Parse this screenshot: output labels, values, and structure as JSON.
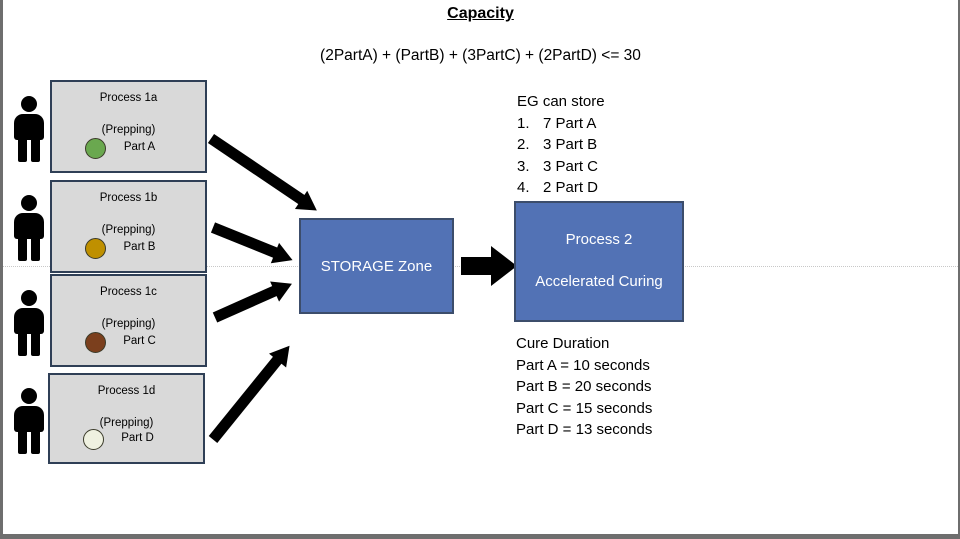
{
  "slide": {
    "guideline_visible": true,
    "background": "#ffffff",
    "frame_color": "#6e6e6e"
  },
  "capacity": {
    "title": "Capacity",
    "equation": "(2PartA) + (PartB) + (3PartC) + (2PartD) <= 30"
  },
  "storage_capacity": {
    "heading": "EG can store",
    "items": [
      {
        "num": "1.",
        "text": "7 Part A"
      },
      {
        "num": "2.",
        "text": "3 Part B"
      },
      {
        "num": "3.",
        "text": "3 Part C"
      },
      {
        "num": "4.",
        "text": "2 Part D"
      }
    ]
  },
  "cure_duration": {
    "heading": "Cure Duration",
    "lines": [
      "Part A = 10 seconds",
      "Part B = 20 seconds",
      "Part C = 15 seconds",
      "Part D = 13 seconds"
    ]
  },
  "processes": [
    {
      "title": "Process 1a",
      "subtitle": "(Prepping)",
      "part_label": "Part A",
      "part_color": "#6aa84f",
      "operator_icon": "person-icon"
    },
    {
      "title": "Process 1b",
      "subtitle": "(Prepping)",
      "part_label": "Part B",
      "part_color": "#bf9000",
      "operator_icon": "person-icon"
    },
    {
      "title": "Process 1c",
      "subtitle": "(Prepping)",
      "part_label": "Part C",
      "part_color": "#7b3f1d",
      "operator_icon": "person-icon"
    },
    {
      "title": "Process 1d",
      "subtitle": "(Prepping)",
      "part_label": "Part D",
      "part_color": "#eff1e0",
      "operator_icon": "person-icon"
    }
  ],
  "storage_zone": {
    "label": "STORAGE Zone",
    "fill_color": "#5272b5"
  },
  "process2": {
    "line1": "Process 2",
    "line2": "Accelerated Curing",
    "fill_color": "#5272b5"
  },
  "flow_arrows": {
    "count": 5,
    "description": "four diagonal feed arrows into STORAGE Zone and one block arrow to Process 2"
  }
}
